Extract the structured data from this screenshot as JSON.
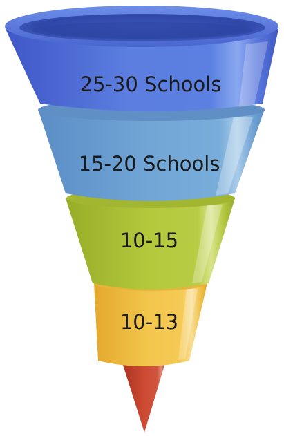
{
  "stages": [
    {
      "label": "25-30 Schools",
      "color": "#4f6fd6"
    },
    {
      "label": "15-20 Schools",
      "color": "#6b9ed0"
    },
    {
      "label": "10-15",
      "color": "#aec23a"
    },
    {
      "label": "10-13",
      "color": "#f0c245"
    },
    {
      "label": "",
      "color": "#c0432f"
    }
  ]
}
